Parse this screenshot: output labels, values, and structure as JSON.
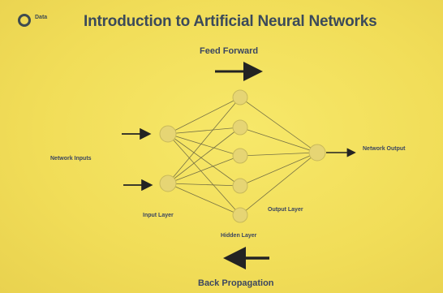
{
  "slide": {
    "logo_text": "Data",
    "title": "Introduction to Artificial Neural Networks"
  },
  "diagram": {
    "feed_forward_label": "Feed Forward",
    "back_propagation_label": "Back Propagation",
    "network_inputs_label": "Network Inputs",
    "network_output_label": "Network Output",
    "input_layer_label": "Input Layer",
    "hidden_layer_label": "Hidden Layer",
    "output_layer_label": "Output Layer"
  },
  "colors": {
    "background": "#f4e25f",
    "node_fill": "#e6d574",
    "line": "#4b4a3a",
    "arrow": "#232323",
    "text": "#3b4660"
  }
}
